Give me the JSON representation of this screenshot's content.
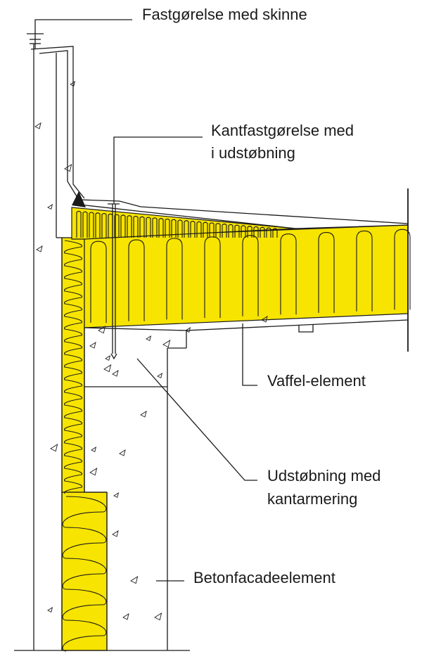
{
  "labels": {
    "fastening_rail": "Fastgørelse med skinne",
    "edge_fastening_line1": "Kantfastgørelse med",
    "edge_fastening_line2": "i udstøbning",
    "waffle_element": "Vaffel-element",
    "casting_line1": "Udstøbning med",
    "casting_line2": "kantarmering",
    "facade_element": "Betonfacadeelement"
  },
  "colors": {
    "insulation": "#f7e400",
    "line": "#1a1a1a",
    "background": "#ffffff"
  }
}
